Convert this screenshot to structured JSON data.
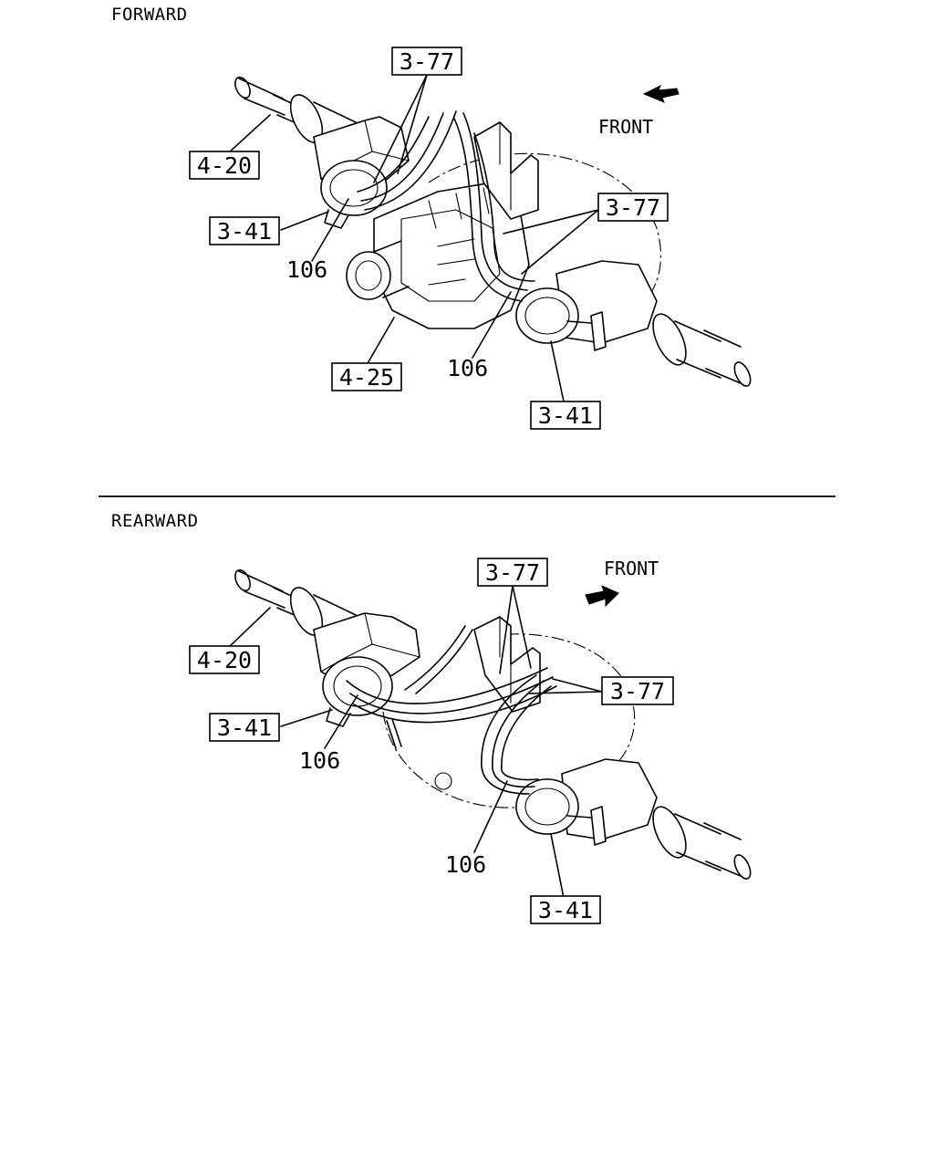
{
  "sections": [
    {
      "heading": "FORWARD",
      "front_label": "FRONT",
      "callouts": {
        "shaft_left": "4-20",
        "pipe_top": "3-77",
        "pipe_right": "3-77",
        "chamber_left": "3-41",
        "chamber_right": "3-41",
        "carrier": "4-25"
      },
      "part_numbers": {
        "hose_left": "106",
        "hose_right": "106"
      }
    },
    {
      "heading": "REARWARD",
      "front_label": "FRONT",
      "callouts": {
        "shaft_left": "4-20",
        "pipe_top": "3-77",
        "pipe_right": "3-77",
        "chamber_left": "3-41",
        "chamber_right": "3-41"
      },
      "part_numbers": {
        "hose_left": "106",
        "hose_right": "106"
      }
    }
  ],
  "icons": [
    "front-arrow-icon"
  ]
}
